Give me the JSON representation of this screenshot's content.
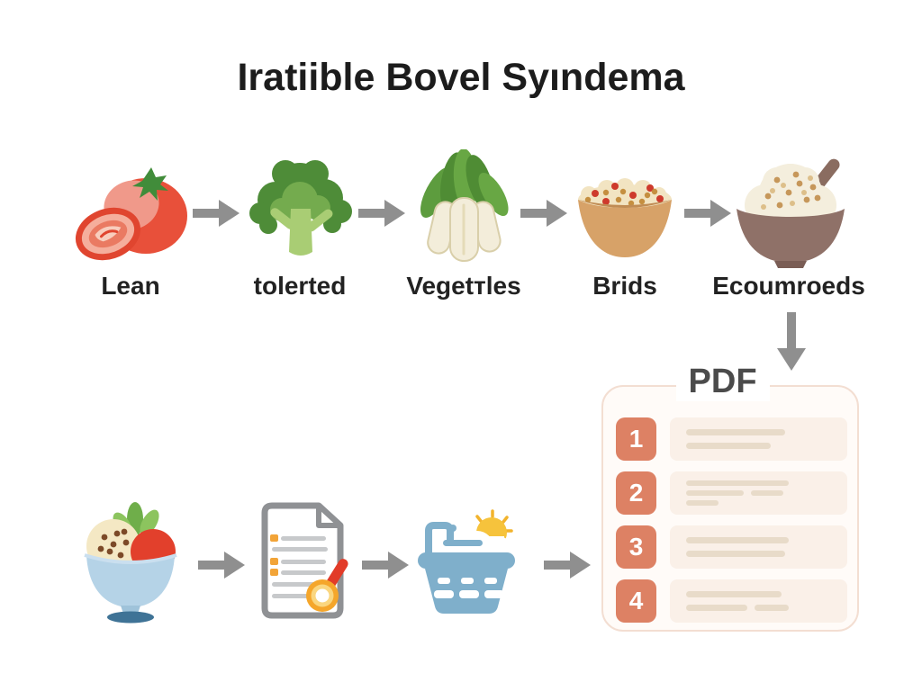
{
  "title": "Iratiible Bovel Syındema",
  "colors": {
    "background": "#ffffff",
    "title_text": "#1c1c1c",
    "label_text": "#222222",
    "arrow_gray": "#8f8f8f",
    "pdf_title_text": "#4b4b4b",
    "panel_background": "#fffbf8",
    "panel_border": "#f3ded2",
    "badge_orange": "#dd8164",
    "row_background": "#faf0e8",
    "placeholder_line": "#e8dbc9",
    "basket_blue": "#7fafcb",
    "bowl_blue": "#b5d3e7",
    "tomato_red": "#e8503a",
    "broccoli_green": "#4e8c38",
    "sun_yellow": "#f6c33c",
    "magnifier_orange": "#f5a62b",
    "magnifier_handle_red": "#e23b28"
  },
  "top_flow": {
    "stages": [
      {
        "icon": "tomato-icon",
        "label": "Lean"
      },
      {
        "icon": "broccoli-icon",
        "label": "tolerted"
      },
      {
        "icon": "bok-choy-icon",
        "label": "Vegetтles"
      },
      {
        "icon": "grain-bowl-icon",
        "label": "Brids"
      },
      {
        "icon": "rice-bowl-icon",
        "label": "Ecoumroeds"
      }
    ]
  },
  "pdf_panel": {
    "title": "PDF",
    "items": [
      {
        "number": "1"
      },
      {
        "number": "2"
      },
      {
        "number": "3"
      },
      {
        "number": "4"
      }
    ]
  },
  "bottom_flow": {
    "stages": [
      {
        "icon": "fruit-bowl-icon"
      },
      {
        "icon": "document-checklist-icon"
      },
      {
        "icon": "shopping-basket-icon"
      }
    ]
  }
}
